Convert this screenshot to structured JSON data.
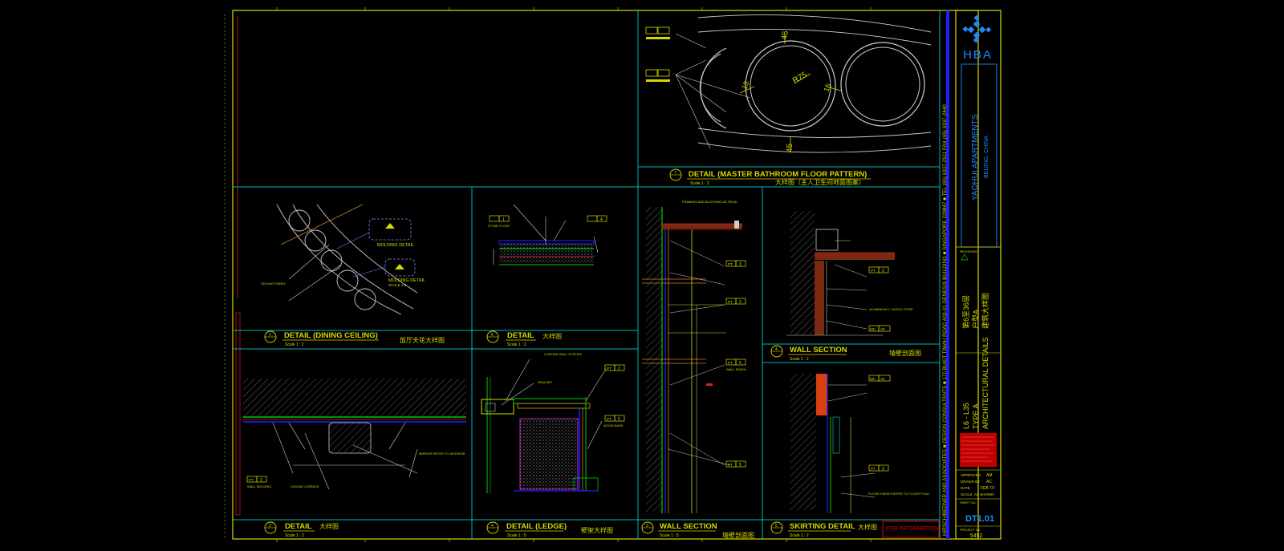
{
  "details": {
    "master_bathroom": {
      "num": "7",
      "title": "DETAIL (MASTER BATHROOM FLOOR PATTERN)",
      "cn": "大样图（主人卫生间地面图案）",
      "scale": "Scale 1 : 2"
    },
    "dining_ceiling": {
      "num": "1",
      "title": "DETAIL (DINING CEILING)",
      "cn": "饭厅天花大样图",
      "scale": "Scale 1 : 2"
    },
    "detail_6": {
      "num": "6",
      "title": "DETAIL",
      "cn": "大样图",
      "scale": "Scale 1 : 2"
    },
    "wall_section_top": {
      "num": "4",
      "title": "WALL SECTION",
      "cn": "墙壁剖面图",
      "scale": "Scale 1 : 2"
    },
    "detail_2": {
      "num": "2",
      "title": "DETAIL",
      "cn": "大样图",
      "scale": "Scale 1 : 2"
    },
    "ledge": {
      "num": "4",
      "title": "DETAIL (LEDGE)",
      "cn": "壁架大样图",
      "scale": "Scale 1 : 5"
    },
    "wall_section_bottom": {
      "num": "3",
      "title": "WALL SECTION",
      "cn": "墙壁剖面图",
      "scale": "Scale 1 : 5"
    },
    "skirting": {
      "num": "5",
      "title": "SKIRTING DETAIL",
      "cn": "大样图",
      "scale": "Scale 1 : 2"
    }
  },
  "dimensions": {
    "d45_top": "45",
    "d45_bottom": "45",
    "d15_left": "15",
    "d15_right": "15",
    "radius": "R75"
  },
  "tags": {
    "pt": "PT",
    "mc": "MC",
    "v5": "V5",
    "n1": "1",
    "n2": "2",
    "n3": "3",
    "n4": "4",
    "n5": "5",
    "n6": "6"
  },
  "annotations": {
    "molding_1": "MOLDING DETAIL",
    "molding_2": "MOLDING DETAIL",
    "molding_scale": "SCALE 1:2",
    "ceiling_finish": "CEILING FINISH",
    "wall_finish": "WALL FINISH",
    "sealant": "SEALANT",
    "wood_base": "WOOD BASE",
    "mirror_to_interior": "MIRROR REFER TO INTERIOR",
    "wall_molding": "WALL MOLDING",
    "ceiling_cornice": "CEILING CORNICE",
    "curtain_wall": "CURTAIN WALL SYSTEM",
    "stone_floor": "STONE FLOOR",
    "aluminium_angle": "ALUMINIUM 'L' ANGLE STRIP",
    "framing": "FRAMING AND BLOCKING AS REQD.",
    "floor_finish": "FLOOR FINISH REFER TO FLOOR PLAN"
  },
  "title_block": {
    "logo": "HBA",
    "project": "YAOHUI APARTMENTS",
    "location": "BEIJING, CHINA",
    "revisions": "REVISIONS",
    "consultant": "HIRSCH/BEDNER AND ASSOCIATES ■ DESIGN CONSULTANTS ■ 170 BUKIT TIMAH ROAD #03-01 GENESIS BUILDING ■ SINGAPORE 229847 ■ TEL (65) 6337-2511 FAX (65) 6337-2440",
    "floors_cn": "第6至36层",
    "unit_cn": "户型A",
    "drawing_cn": "建筑大样图",
    "level": "L6 - L35",
    "type": "TYPE A",
    "drawing_title": "ARCHITECTURAL DETAILS",
    "approved_label": "APPROVED",
    "approved_value": "AM",
    "drawn_label": "DRAWN BY",
    "drawn_value": "AC",
    "date_label": "DATE",
    "date_value": "FEB '07",
    "scale_label": "SCALE",
    "scale_value": "AS SHOWN",
    "sheet_label": "SHEET No.",
    "sheet_no": "DT1.01",
    "project_label": "PROJECT No.",
    "project_no": "5452",
    "stamp": "FOR INFORMATION"
  },
  "colors": {
    "background": "#000000",
    "border": "#d8d800",
    "frame": "#00b8b8",
    "cad_green": "#00c800",
    "cad_blue": "#2020ff",
    "cad_red": "#e02020",
    "cad_orange": "#d84010",
    "stamp_red": "#e00000"
  }
}
